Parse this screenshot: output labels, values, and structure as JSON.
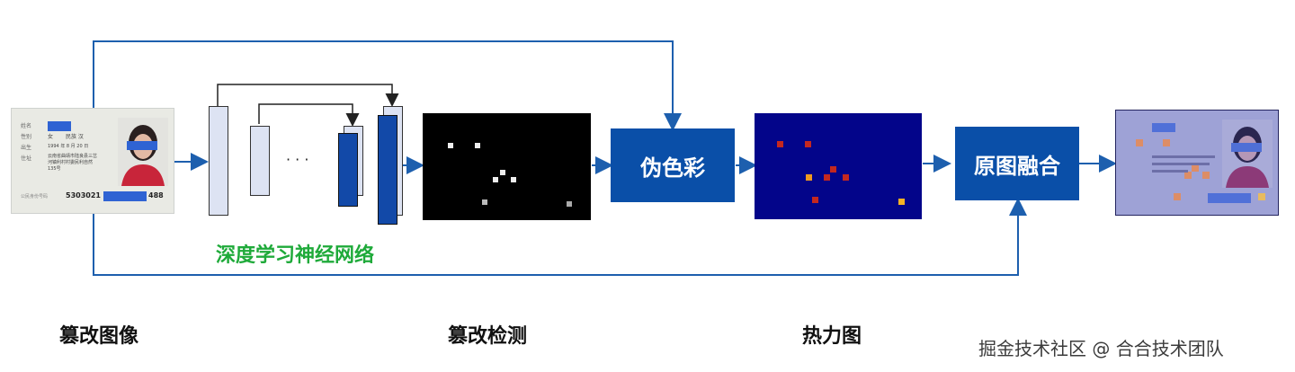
{
  "captions": {
    "tampered_image": "篡改图像",
    "tamper_detection": "篡改检测",
    "heatmap": "热力图"
  },
  "boxes": {
    "pseudo_color": "伪色彩",
    "fusion": "原图融合"
  },
  "network_label": "深度学习神经网络",
  "ellipsis": "· · ·",
  "watermark": "掘金技术社区 @ 合合技术团队",
  "card": {
    "fields": [
      "姓名",
      "性别",
      "出生",
      "住址",
      "公民身份号码"
    ],
    "sex": "女",
    "nation": "民族  汉",
    "birth": "1994  年  8  月  20  日",
    "addr1": "云南省曲靖市陆良县三岔",
    "addr2": "河镇利村村委民利自然",
    "addr3": "135号",
    "id_prefix": "5303021",
    "id_suffix": "488"
  },
  "colors": {
    "arrow": "#1d5fae",
    "box_blue": "#0a4fa8",
    "heatmap_bg": "#03058a",
    "network_label": "#1faa3a"
  }
}
